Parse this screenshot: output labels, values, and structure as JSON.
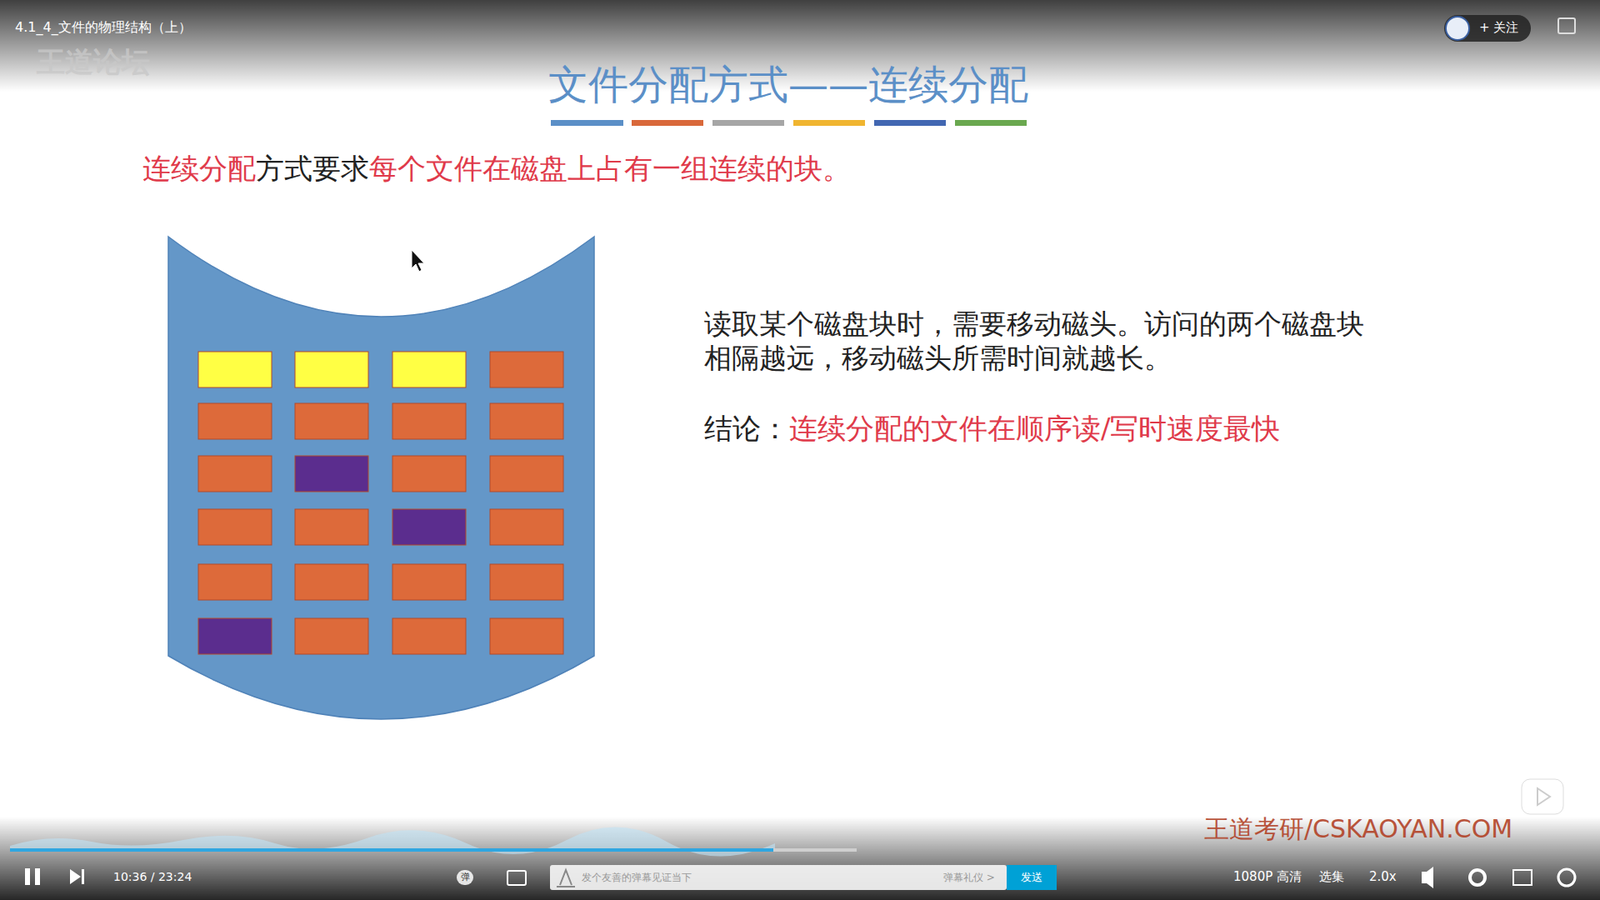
{
  "diagram": {
    "title": "文件分配方式——连续分配",
    "labels": [
      "4.1_4_文件的物理结构（上）",
      "王道论坛",
      "+ 关注",
      "连续分配",
      "方式要求",
      "每个文件在磁盘上占有一组连续的块。",
      "读取某个磁盘块时，需要移动磁头。访问的两个磁盘块相隔越远，移动磁头所需时间就越长。",
      "结论：",
      "连续分配的文件在顺序读/写时速度最快",
      "10:36 / 23:24",
      "发个友善的弹幕见证当下",
      "弹幕礼仪 >",
      "发送",
      "王道考研/CSKAOYAN.COM",
      "1080P 高清",
      "选集",
      "2.0x",
      "弹"
    ]
  }
}
